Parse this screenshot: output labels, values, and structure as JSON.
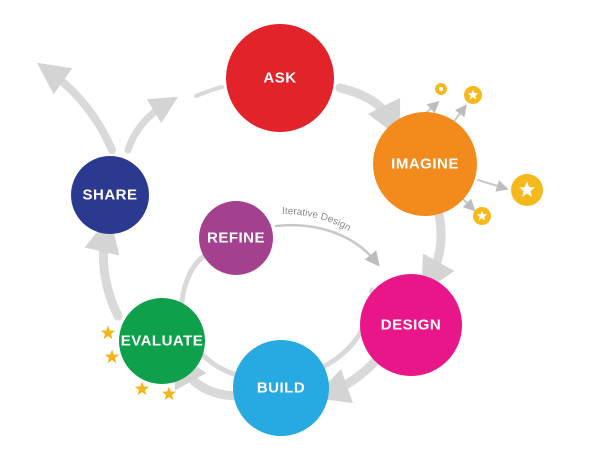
{
  "diagram": {
    "nodes": {
      "ask": {
        "label": "ASK",
        "color": "#e2232a"
      },
      "imagine": {
        "label": "IMAGINE",
        "color": "#f28b1c"
      },
      "design": {
        "label": "DESIGN",
        "color": "#e9168a"
      },
      "build": {
        "label": "BUILD",
        "color": "#27a9e1"
      },
      "evaluate": {
        "label": "EVALUATE",
        "color": "#0ea04a"
      },
      "share": {
        "label": "SHARE",
        "color": "#2b3990"
      },
      "refine": {
        "label": "REFINE",
        "color": "#a3418f"
      }
    },
    "iteration_label": "Iterative Design",
    "colors": {
      "arrow": "#d9d9d9",
      "small_arrow": "#bdbdbd",
      "star_badge": "#f5b91b",
      "star": "#f3b51a",
      "star_inner": "#ffffff"
    }
  }
}
